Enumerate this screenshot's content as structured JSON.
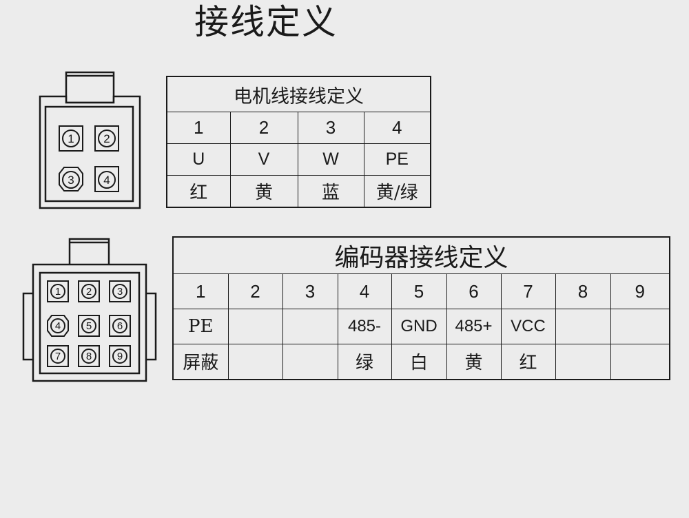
{
  "title": "接线定义",
  "motor": {
    "caption": "电机线接线定义",
    "pins": [
      {
        "num": "1",
        "signal": "U",
        "color": "红"
      },
      {
        "num": "2",
        "signal": "V",
        "color": "黄"
      },
      {
        "num": "3",
        "signal": "W",
        "color": "蓝"
      },
      {
        "num": "4",
        "signal": "PE",
        "color": "黄/绿"
      }
    ],
    "connector_pins": [
      "1",
      "2",
      "3",
      "4"
    ]
  },
  "encoder": {
    "caption": "编码器接线定义",
    "pins": [
      {
        "num": "1",
        "signal": "PE",
        "color": "屏蔽"
      },
      {
        "num": "2",
        "signal": "",
        "color": ""
      },
      {
        "num": "3",
        "signal": "",
        "color": ""
      },
      {
        "num": "4",
        "signal": "485-",
        "color": "绿"
      },
      {
        "num": "5",
        "signal": "GND",
        "color": "白"
      },
      {
        "num": "6",
        "signal": "485+",
        "color": "黄"
      },
      {
        "num": "7",
        "signal": "VCC",
        "color": "红"
      },
      {
        "num": "8",
        "signal": "",
        "color": ""
      },
      {
        "num": "9",
        "signal": "",
        "color": ""
      }
    ],
    "connector_pins": [
      "1",
      "2",
      "3",
      "4",
      "5",
      "6",
      "7",
      "8",
      "9"
    ]
  }
}
